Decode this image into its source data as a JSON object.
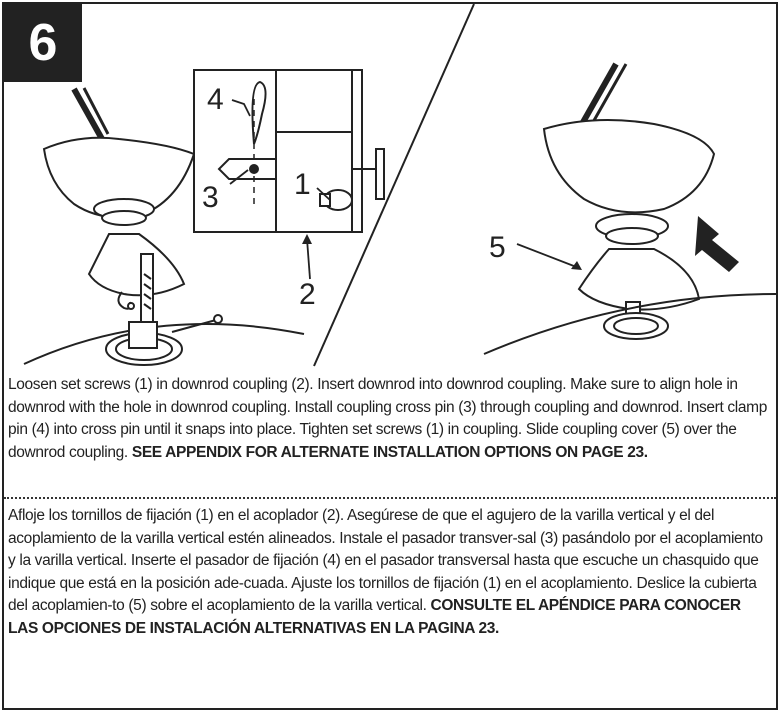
{
  "step": {
    "number": "6"
  },
  "callouts": {
    "set_screw": "1",
    "coupling": "2",
    "cross_pin": "3",
    "clamp_pin": "4",
    "coupling_cover": "5"
  },
  "instructions_en": {
    "body": "Loosen set screws (1) in downrod coupling (2). Insert downrod  into downrod coupling. Make sure to align hole in downrod with the hole in downrod coupling. Install coupling cross pin (3) through coupling and downrod. Insert  clamp pin (4) into cross pin until it snaps into place. Tighten set screws (1) in coupling. Slide coupling cover (5) over the downrod coupling. ",
    "emphasis": "SEE APPENDIX FOR ALTERNATE INSTALLATION OPTIONS ON PAGE 23."
  },
  "instructions_es": {
    "body": "Afloje los tornillos de fijación (1) en el acoplador (2). Asegúrese de que el agujero de la varilla vertical y el del acoplamiento de la varilla vertical estén alineados. Instale el pasador transver-sal (3) pasándolo por el acoplamiento y la varilla vertical. Inserte el pasador de fijación (4) en el pasador transversal hasta que escuche un chasquido que indique que está en la posición ade-cuada. Ajuste los tornillos de fijación (1) en el acoplamiento. Deslice la cubierta del acoplamien-to (5) sobre el acoplamiento de la varilla vertical. ",
    "emphasis": "CONSULTE EL APÉNDICE PARA CONOCER LAS OPCIONES DE INSTALACIÓN ALTERNATIVAS EN LA PAGINA 23."
  },
  "icons": [
    "downward-arrow-icon"
  ]
}
